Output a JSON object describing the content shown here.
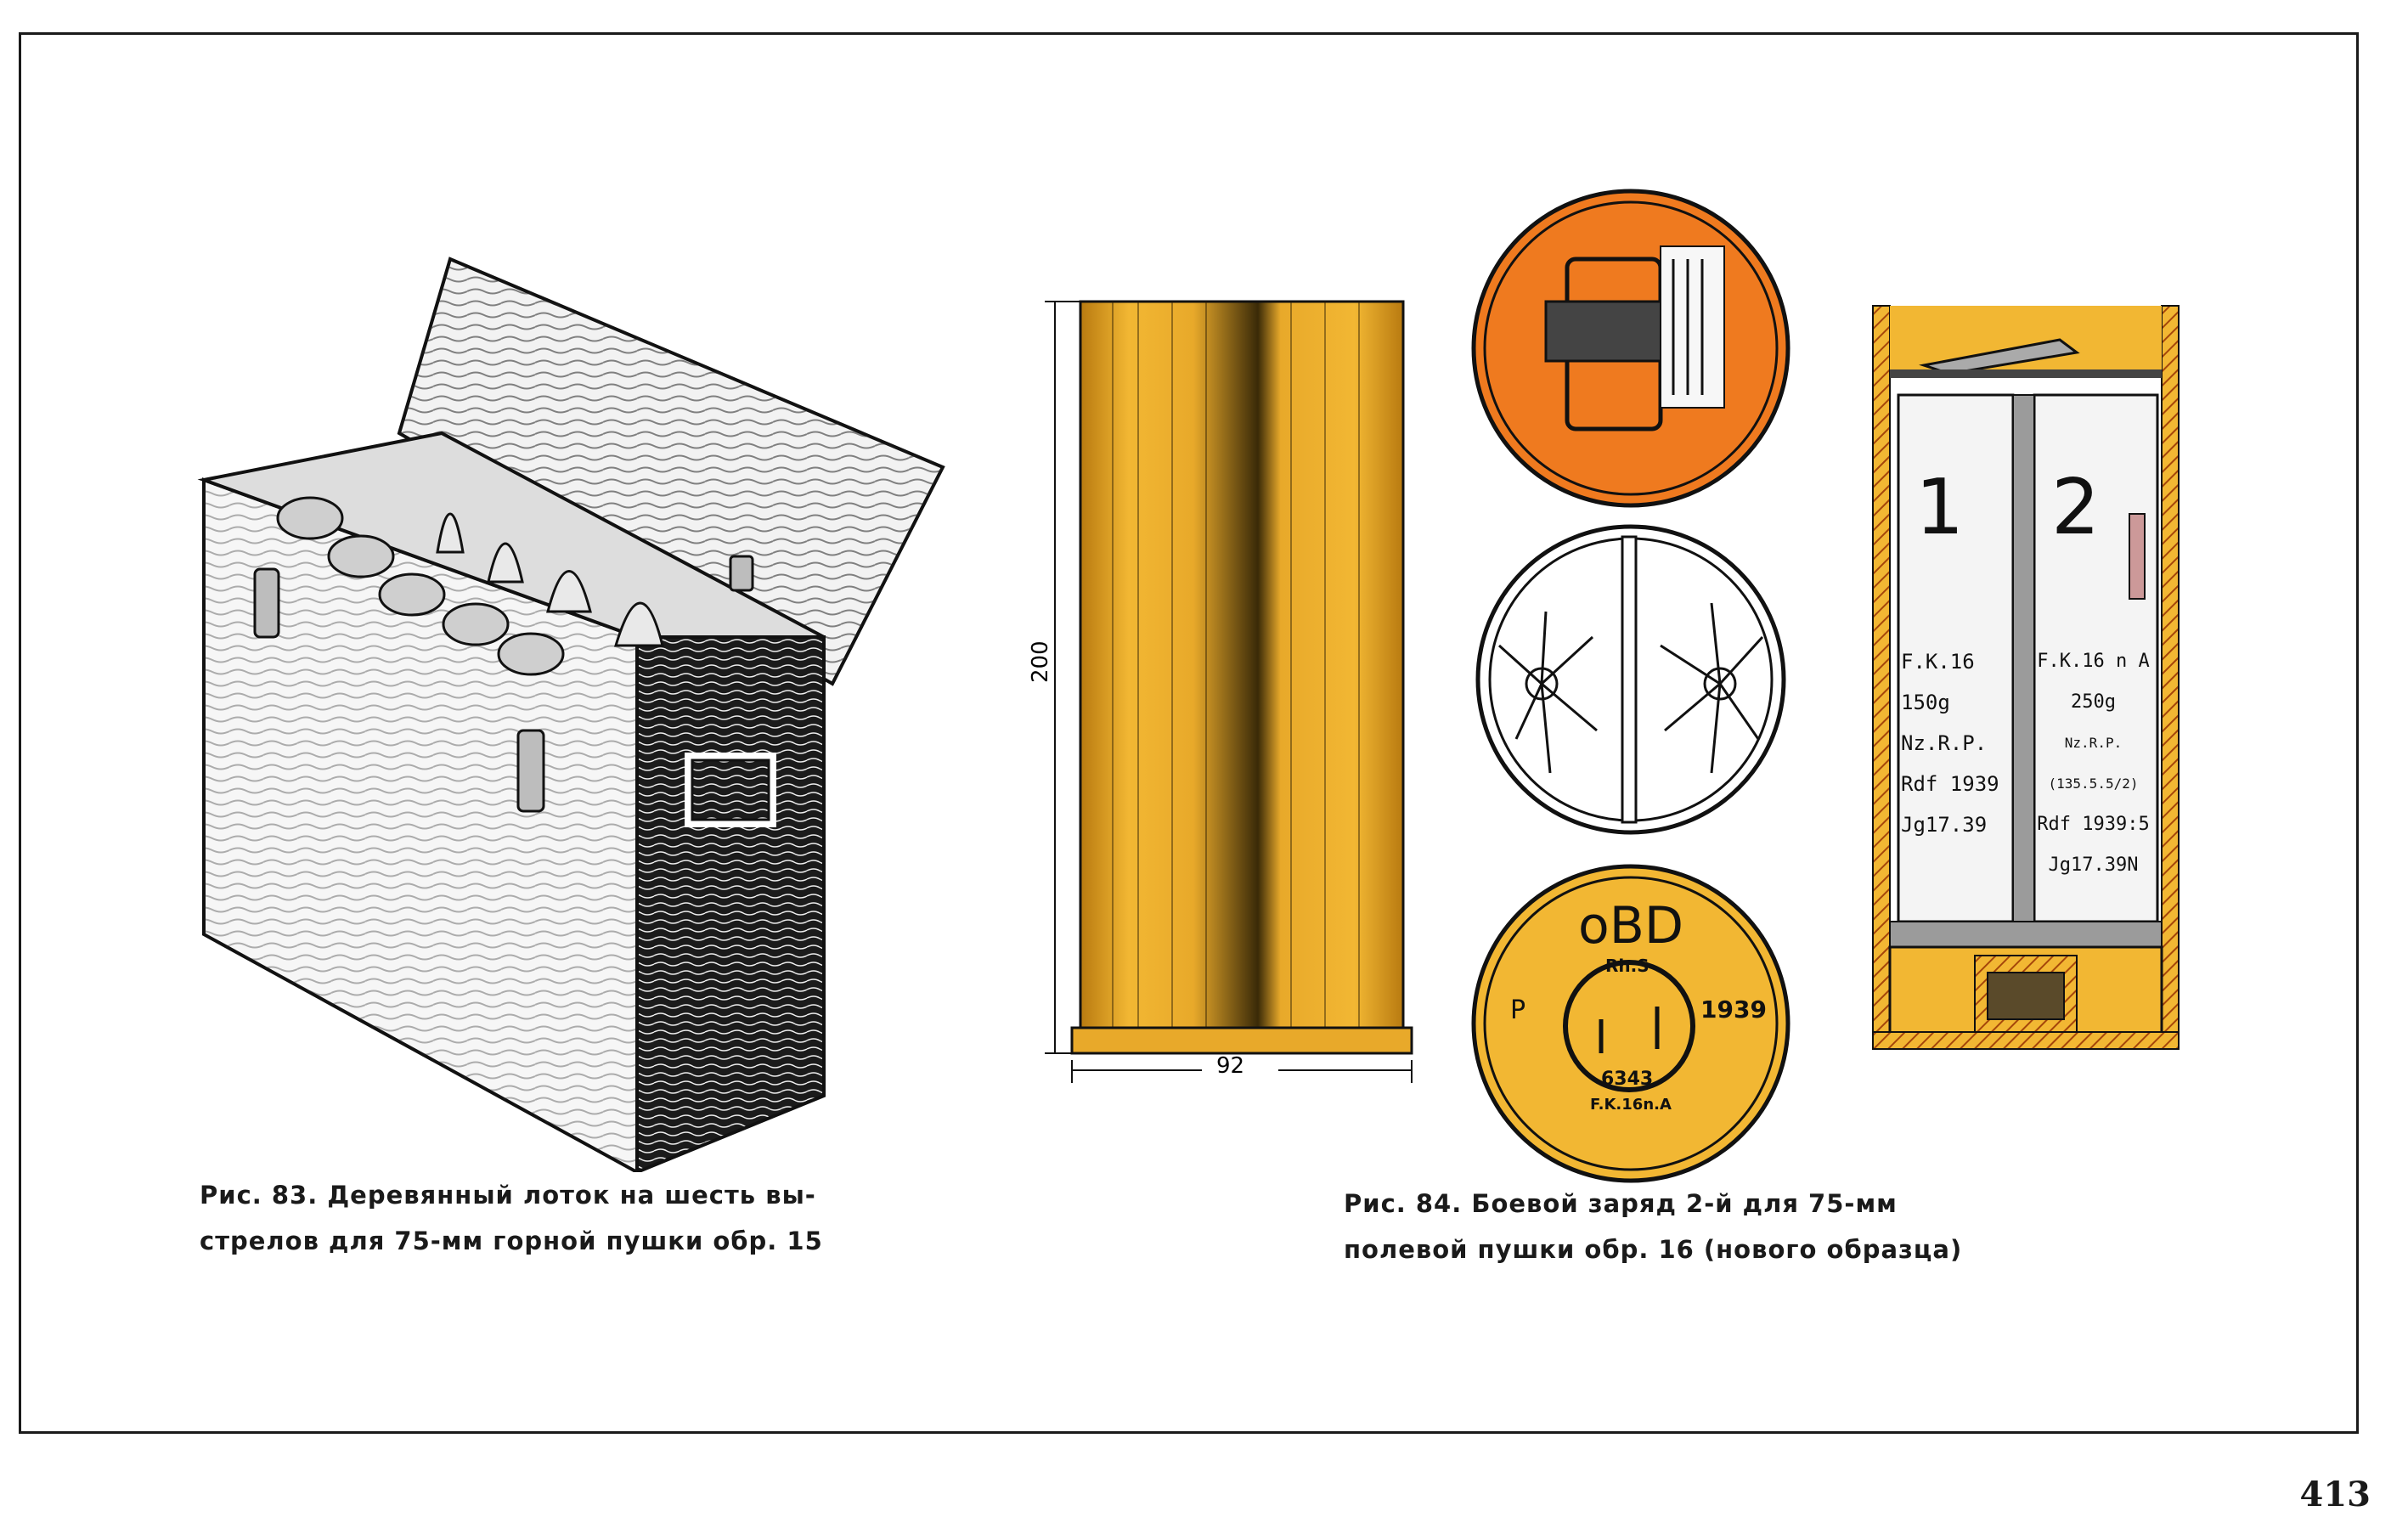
{
  "fig83": {
    "caption_line1": "Рис. 83. Деревянный лоток на шесть вы-",
    "caption_line2": "стрелов для 75-мм горной пушки обр. 15"
  },
  "fig84": {
    "caption_line1": "Рис. 84.  Боевой заряд 2-й для 75-мм",
    "caption_line2": "полевой пушки обр. 16 (нового образца)",
    "dim_height": "200",
    "dim_width": "92",
    "disc_markings": {
      "top": "oBD",
      "ring_top": "Rh.S",
      "left": "P",
      "right": "1939",
      "number": "6343",
      "model": "F.K.16n.A"
    },
    "bag1": {
      "number": "1",
      "line1": "F.K.16",
      "line2": "150g",
      "line3": "Nz.R.P.",
      "line4": "Rdf 1939",
      "line5": "Jg17.39"
    },
    "bag2": {
      "number": "2",
      "line1": "F.K.16 n A",
      "line2": "250g",
      "line3": "Nz.R.P.(135.5.5/2)",
      "line4": "Rdf 1939:5",
      "line5": "Jg17.39N"
    }
  },
  "page_number": "413",
  "colors": {
    "brass": "#e8a92a",
    "brass_dark": "#b87a10",
    "orange": "#ef7a1f",
    "ink": "#1a1a1a"
  }
}
